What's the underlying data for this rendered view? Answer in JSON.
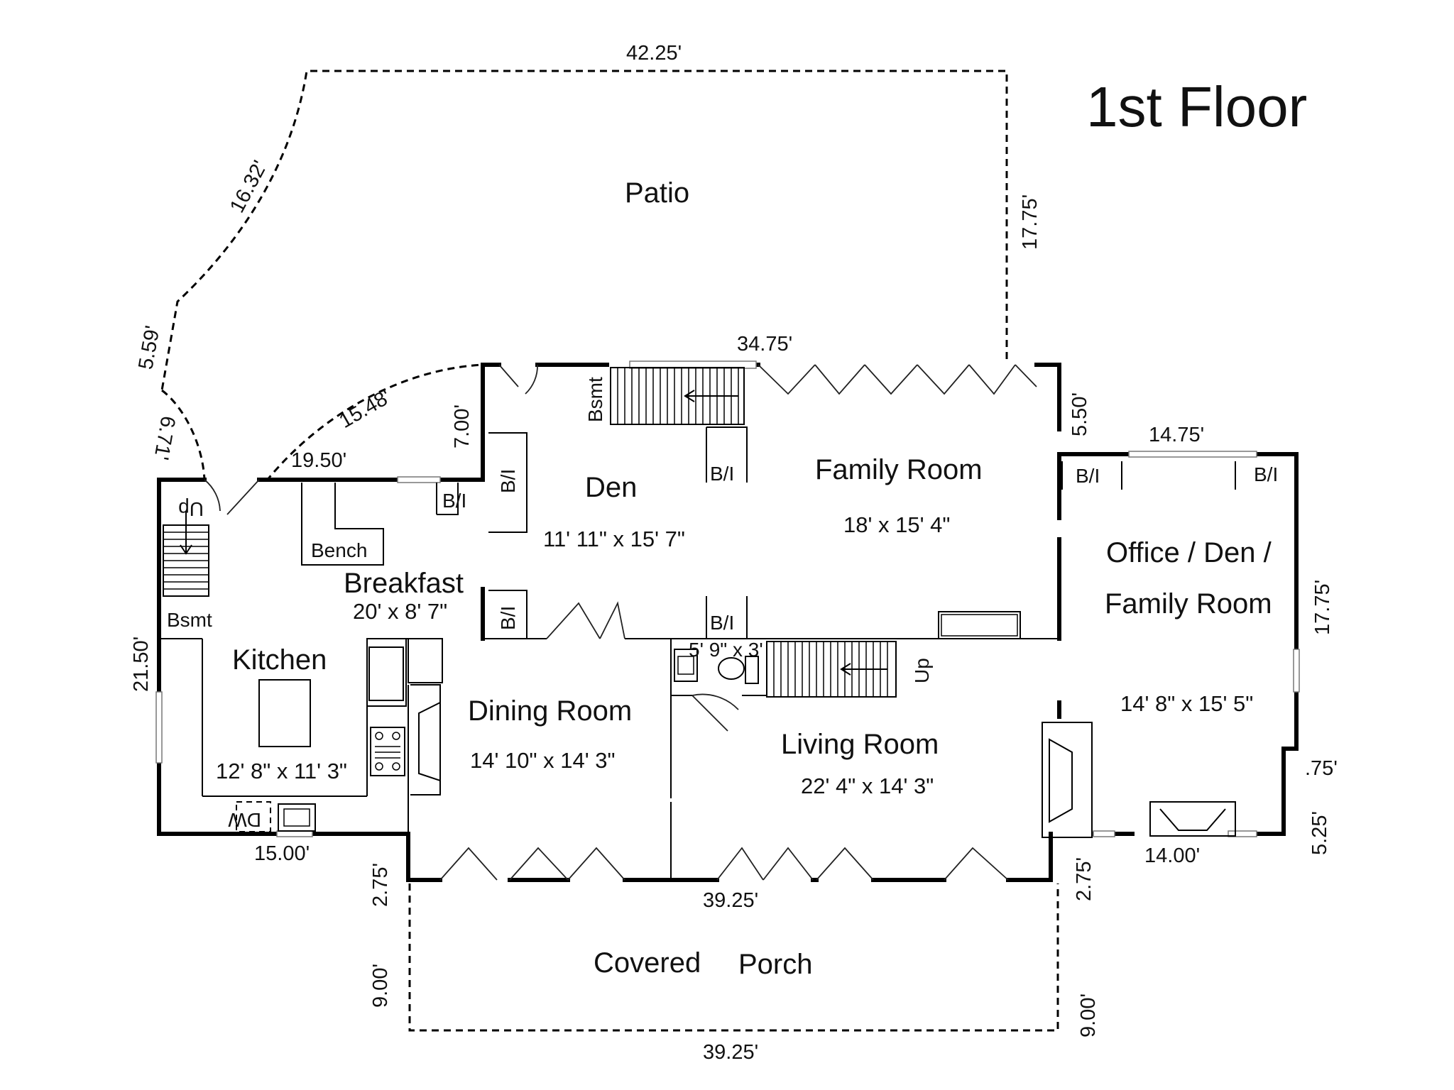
{
  "title": "1st Floor",
  "rooms": {
    "patio": "Patio",
    "den": "Den",
    "den_size": "11' 11\" x 15' 7\"",
    "family_room": "Family Room",
    "family_room_size": "18' x 15' 4\"",
    "office_line1": "Office / Den /",
    "office_line2": "Family Room",
    "office_size": "14' 8\" x 15' 5\"",
    "breakfast": "Breakfast",
    "breakfast_size": "20' x 8' 7\"",
    "kitchen": "Kitchen",
    "kitchen_size": "12' 8\" x 11' 3\"",
    "dining_room": "Dining Room",
    "dining_room_size": "14' 10\" x 14' 3\"",
    "living_room": "Living Room",
    "living_room_size": "22' 4\" x 14' 3\"",
    "half_bath_size": "5' 9\" x 3'",
    "covered": "Covered",
    "porch": "Porch"
  },
  "labels": {
    "bsmt": "Bsmt",
    "bench": "Bench",
    "builtin": "B/I",
    "up": "Up",
    "dw": "DW"
  },
  "dimensions": {
    "patio_top": "42.25'",
    "patio_right": "17.75'",
    "patio_diag": "16.32'",
    "patio_left": "5.59'",
    "patio_short": "6.71'",
    "patio_arc": "15.48'",
    "breakfast_wall": "19.50'",
    "den_step": "7.00'",
    "rear_wall": "34.75'",
    "family_step": "5.50'",
    "office_top": "14.75'",
    "office_right": "17.75'",
    "office_jog": ".75'",
    "office_lower_right": "5.25'",
    "office_bottom": "14.00'",
    "left_wall": "21.50'",
    "kitchen_bottom": "15.00'",
    "front_step_left": "2.75'",
    "front_step_right": "2.75'",
    "front_wall": "39.25'",
    "porch_left": "9.00'",
    "porch_right": "9.00'",
    "porch_bottom": "39.25'"
  }
}
